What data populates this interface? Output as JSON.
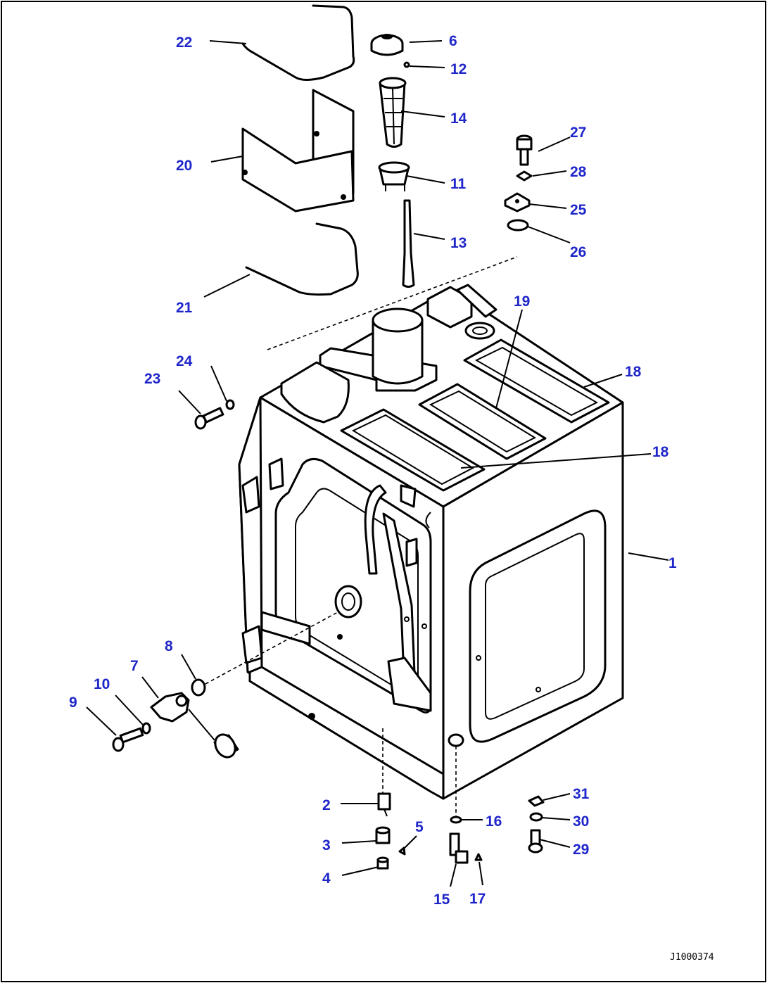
{
  "diagram": {
    "accent_color": "#1f26c9",
    "drawing_code": "J1000374",
    "callouts": [
      {
        "id": "c1",
        "label": "1"
      },
      {
        "id": "c2",
        "label": "2"
      },
      {
        "id": "c3",
        "label": "3"
      },
      {
        "id": "c4",
        "label": "4"
      },
      {
        "id": "c5",
        "label": "5"
      },
      {
        "id": "c6",
        "label": "6"
      },
      {
        "id": "c7",
        "label": "7"
      },
      {
        "id": "c8",
        "label": "8"
      },
      {
        "id": "c9",
        "label": "9"
      },
      {
        "id": "c10",
        "label": "10"
      },
      {
        "id": "c11",
        "label": "11"
      },
      {
        "id": "c12",
        "label": "12"
      },
      {
        "id": "c13",
        "label": "13"
      },
      {
        "id": "c14",
        "label": "14"
      },
      {
        "id": "c15",
        "label": "15"
      },
      {
        "id": "c16",
        "label": "16"
      },
      {
        "id": "c17",
        "label": "17"
      },
      {
        "id": "c18a",
        "label": "18"
      },
      {
        "id": "c18b",
        "label": "18"
      },
      {
        "id": "c19",
        "label": "19"
      },
      {
        "id": "c20",
        "label": "20"
      },
      {
        "id": "c21",
        "label": "21"
      },
      {
        "id": "c22",
        "label": "22"
      },
      {
        "id": "c23",
        "label": "23"
      },
      {
        "id": "c24",
        "label": "24"
      },
      {
        "id": "c25",
        "label": "25"
      },
      {
        "id": "c26",
        "label": "26"
      },
      {
        "id": "c27",
        "label": "27"
      },
      {
        "id": "c28",
        "label": "28"
      },
      {
        "id": "c29",
        "label": "29"
      },
      {
        "id": "c30",
        "label": "30"
      },
      {
        "id": "c31",
        "label": "31"
      }
    ]
  }
}
